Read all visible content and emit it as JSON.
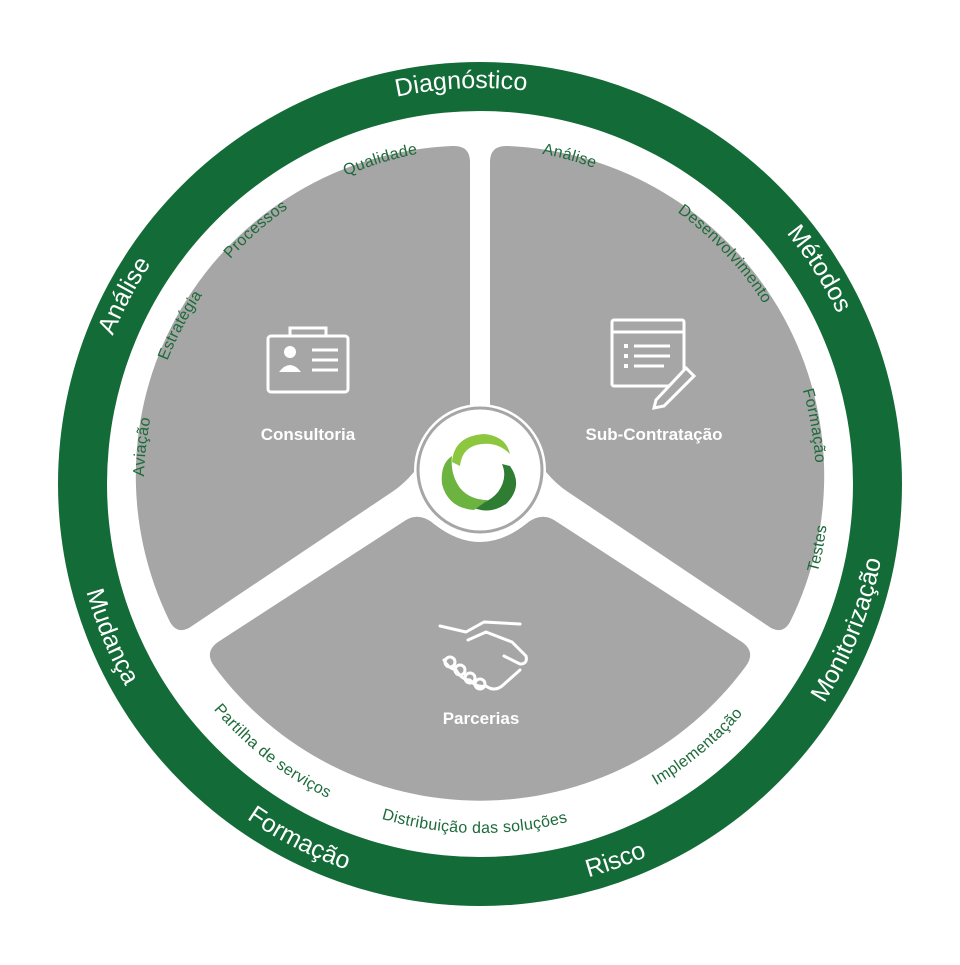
{
  "colors": {
    "ring": "#136b37",
    "segment": "#a6a6a6",
    "inner_text": "#1d6b3a",
    "logo_light": "#8dc63f",
    "logo_dark": "#2e7d32"
  },
  "outer_ring": {
    "top": "Diagnóstico",
    "top_right": "Métodos",
    "right_bottom": "Monitorização",
    "bottom_right": "Risco",
    "bottom_left": "Formação",
    "left_bottom": "Mudança",
    "top_left": "Análise"
  },
  "segments": {
    "consultoria": {
      "title": "Consultoria",
      "icon": "id-card-icon",
      "items": [
        "Qualidade",
        "Processos",
        "Estratégia",
        "Aviação"
      ]
    },
    "subcontratacao": {
      "title": "Sub-Contratação",
      "icon": "form-pencil-icon",
      "items": [
        "Análise",
        "Desenvolvimento",
        "Formação",
        "Testes"
      ]
    },
    "parcerias": {
      "title": "Parcerias",
      "icon": "handshake-icon",
      "items": [
        "Partilha de serviços",
        "Distribuição das soluções",
        "Implementação"
      ]
    }
  },
  "center": {
    "icon": "recycle-logo-icon"
  }
}
